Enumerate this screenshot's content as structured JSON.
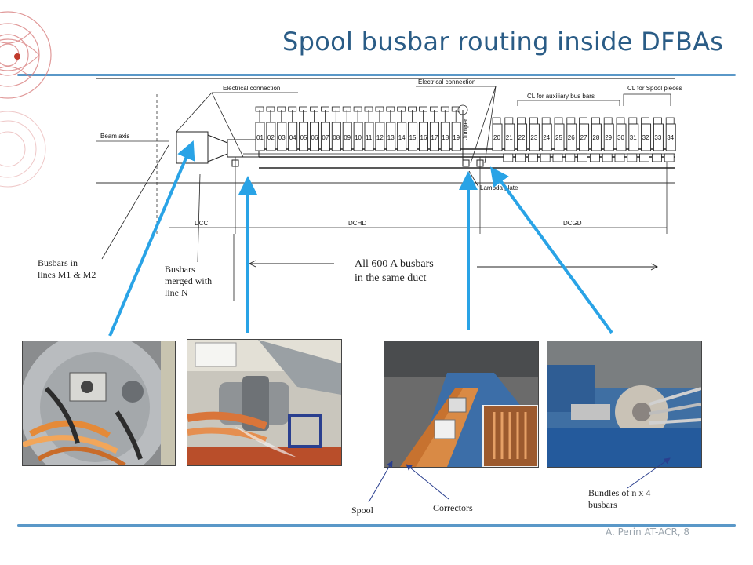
{
  "slide": {
    "title": "Spool busbar routing inside DFBAs",
    "footer": "A. Perin AT-ACR, 8"
  },
  "diagram": {
    "beam_axis_label": "Beam axis",
    "electrical_connection_left": "Electrical connection",
    "electrical_connection_right": "Electrical connection",
    "cl_auxiliary": "CL  for auxiliary bus bars",
    "cl_spool": "CL for Spool pieces",
    "jumper": "Jumper",
    "lambda_plate": "Lambda plate",
    "section_left": "DCC",
    "section_mid": "DCHD",
    "section_right": "DCGD",
    "left_lead_numbers": [
      "01",
      "02",
      "03",
      "04",
      "05",
      "06",
      "07",
      "08",
      "09",
      "10",
      "11",
      "12",
      "13",
      "14",
      "15",
      "16",
      "17",
      "18",
      "19"
    ],
    "right_lead_numbers": [
      "20",
      "21",
      "22",
      "23",
      "24",
      "25",
      "26",
      "27",
      "28",
      "29",
      "30",
      "31",
      "32",
      "33",
      "34"
    ]
  },
  "annotations": {
    "busbars_m1_m2_line1": "Busbars in",
    "busbars_m1_m2_line2": "lines M1 & M2",
    "busbars_merged_line1": "Busbars",
    "busbars_merged_line2": "merged with",
    "busbars_merged_line3": "line N",
    "all600_line1": "All 600 A busbars",
    "all600_line2": "in the same duct",
    "spool": "Spool",
    "correctors": "Correctors",
    "bundles_line1": "Bundles of n x 4",
    "bundles_line2": "busbars"
  },
  "colors": {
    "title": "#2a5c86",
    "rule": "#5a98c8",
    "arrow": "#29a3e6"
  }
}
